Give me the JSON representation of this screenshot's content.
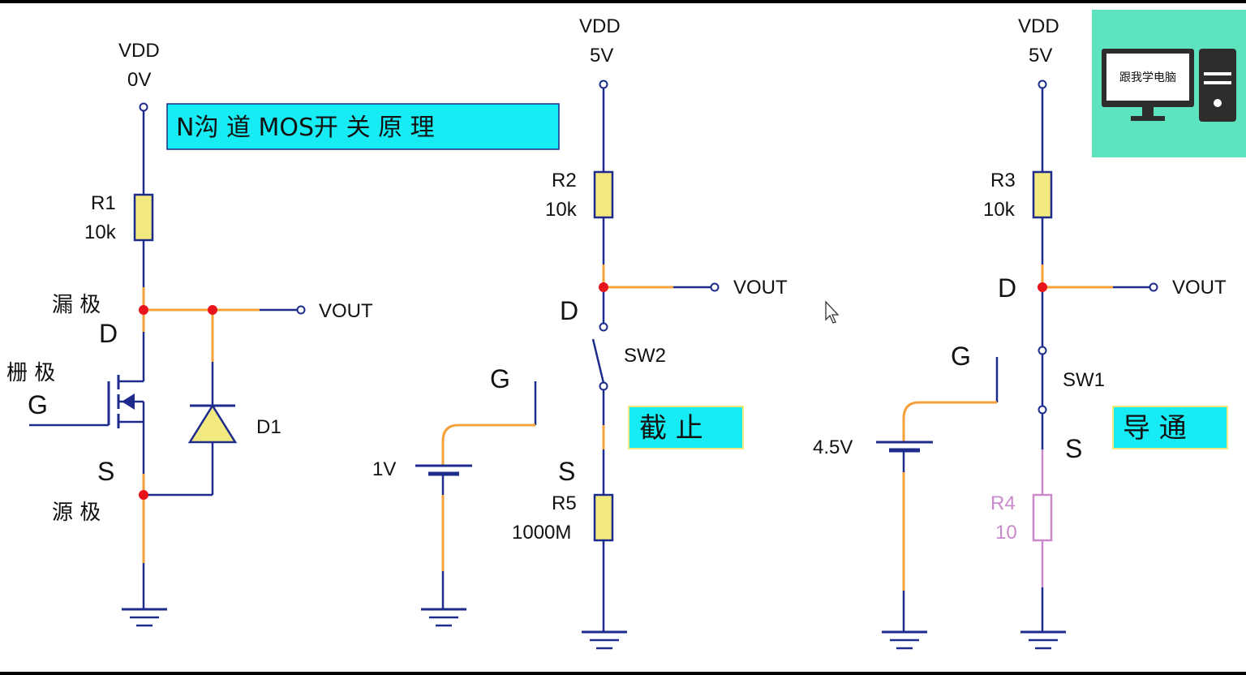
{
  "title": "N沟 道 MOS开 关 原 理",
  "logo": {
    "text": "跟我学电脑"
  },
  "circuit1": {
    "vdd_label": "VDD",
    "vdd_value": "0V",
    "resistor_name": "R1",
    "resistor_value": "10k",
    "drain_cn": "漏 极",
    "drain_letter": "D",
    "gate_cn": "栅 极",
    "gate_letter": "G",
    "source_letter": "S",
    "source_cn": "源 极",
    "diode_name": "D1",
    "vout": "VOUT"
  },
  "circuit2": {
    "vdd_label": "VDD",
    "vdd_value": "5V",
    "resistor_top_name": "R2",
    "resistor_top_value": "10k",
    "vout": "VOUT",
    "drain_letter": "D",
    "switch_name": "SW2",
    "gate_letter": "G",
    "battery_value": "1V",
    "state": "截 止",
    "source_letter": "S",
    "resistor_bottom_name": "R5",
    "resistor_bottom_value": "1000M"
  },
  "circuit3": {
    "vdd_label": "VDD",
    "vdd_value": "5V",
    "resistor_top_name": "R3",
    "resistor_top_value": "10k",
    "drain_letter": "D",
    "vout": "VOUT",
    "gate_letter": "G",
    "switch_name": "SW1",
    "battery_value": "4.5V",
    "state": "导 通",
    "source_letter": "S",
    "resistor_bottom_name": "R4",
    "resistor_bottom_value": "10"
  },
  "colors": {
    "wire_blue": "#1c2b8c",
    "wire_orange": "#f5a03a",
    "node_red": "#e8141c",
    "resistor_fill": "#f2ea7e",
    "label_box_fill": "#17ecf5",
    "pink": "#c98ac9",
    "logo_bg": "#5de3bd"
  },
  "icons": [
    "monitor-icon",
    "computer-tower-icon",
    "mouse-pointer-icon"
  ]
}
